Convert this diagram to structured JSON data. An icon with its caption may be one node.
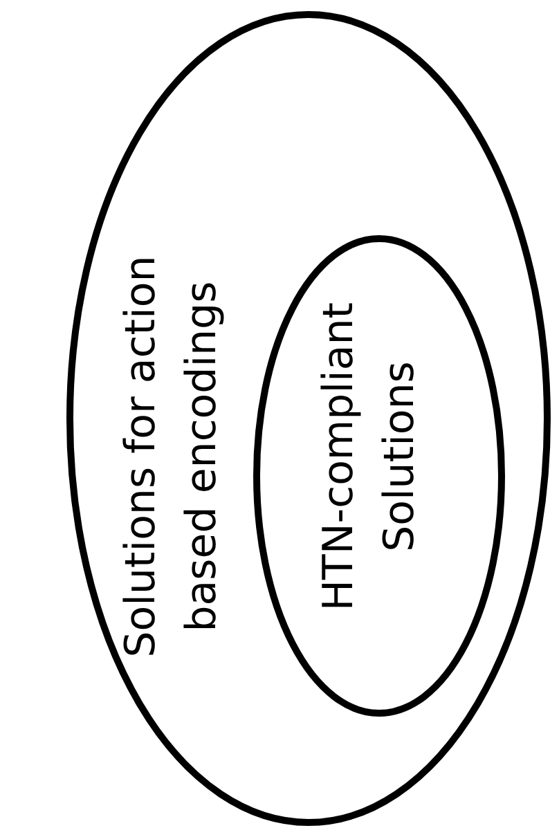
{
  "diagram": {
    "nodes": [
      {
        "text": [
          "Solutions for action based encodings"
        ]
      },
      {
        "text": [
          "HTN-compliant Solutions"
        ],
        "in": 0
      }
    ]
  }
}
